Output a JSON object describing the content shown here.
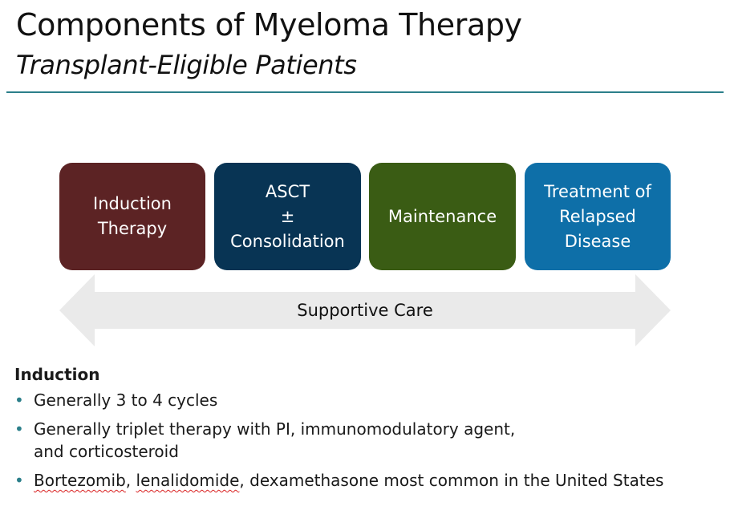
{
  "slide": {
    "title": "Components of Myeloma Therapy",
    "subtitle": "Transplant-Eligible Patients",
    "accent_color": "#2b7f8a"
  },
  "phases": [
    {
      "lines": [
        "Induction",
        "Therapy"
      ],
      "color": "#5c2324"
    },
    {
      "lines": [
        "ASCT",
        "±",
        "Consolidation"
      ],
      "color": "#083454"
    },
    {
      "lines": [
        "Maintenance"
      ],
      "color": "#3a5c14"
    },
    {
      "lines": [
        "Treatment of",
        "Relapsed",
        "Disease"
      ],
      "color": "#0e6fa8"
    }
  ],
  "supportive_care": {
    "label": "Supportive Care",
    "color": "#eaeaea"
  },
  "induction": {
    "heading": "Induction",
    "bullets": [
      {
        "lines": [
          "Generally 3 to 4 cycles"
        ]
      },
      {
        "lines": [
          "Generally triplet therapy with PI, immunomodulatory agent,",
          "and corticosteroid"
        ]
      },
      {
        "parts": [
          "Bortezomib",
          ", ",
          "lenalidomide",
          ", dexamethasone most common in the United States"
        ]
      }
    ],
    "bullet_icon": "bullet-dot-icon"
  }
}
